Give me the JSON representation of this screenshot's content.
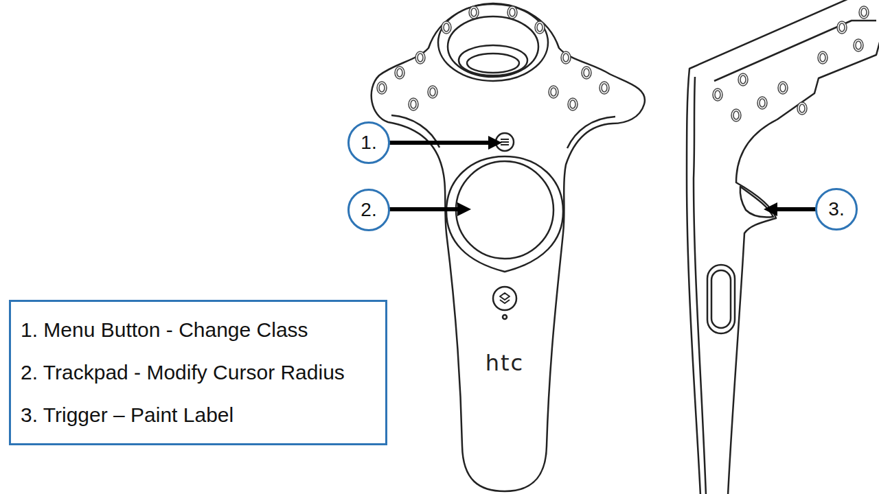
{
  "diagram": {
    "nodes": [
      {
        "text": [
          "1."
        ]
      },
      {
        "text": [
          "2."
        ]
      },
      {
        "text": [
          "3."
        ]
      },
      {
        "text": [
          "1. Menu Button - Change Class",
          "2. Trackpad - Modify Cursor Radius",
          "3. Trigger – Paint Label"
        ]
      }
    ],
    "labels": [
      "htc"
    ]
  }
}
